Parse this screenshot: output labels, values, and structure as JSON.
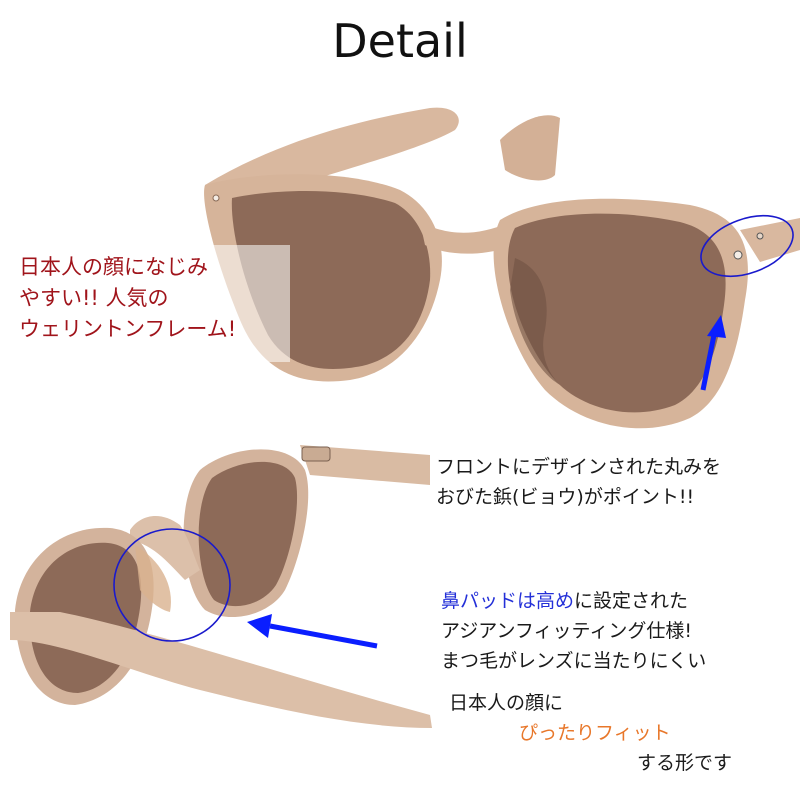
{
  "title": "Detail",
  "colors": {
    "frame": "#d6b49a",
    "frame_dark": "#c6a085",
    "lens": "#8d6a58",
    "annotation_blue": "#1a1acc",
    "arrow_blue": "#0a1eff",
    "text_red": "#a0141b",
    "text_blue": "#2430d8",
    "text_orange": "#e8772a"
  },
  "callout_left": {
    "lines": [
      "日本人の顔になじみ",
      "やすい!! 人気の",
      "ウェリントンフレーム!"
    ]
  },
  "callout_hinge": {
    "lines": [
      "フロントにデザインされた丸みを",
      "おびた鋲(ビョウ)がポイント!!"
    ]
  },
  "callout_nosepad": {
    "highlight": "鼻パッドは高め",
    "line1_rest": "に設定された",
    "line2": "アジアンフィッティング仕様!",
    "line3": "まつ毛がレンズに当たりにくい"
  },
  "callout_fit": {
    "line1": "日本人の顔に",
    "line2": "ぴったりフィット",
    "line3": "する形です"
  }
}
